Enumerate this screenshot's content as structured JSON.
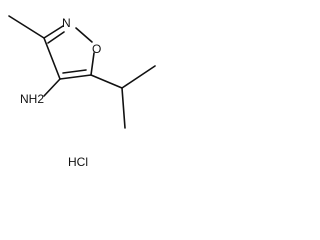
{
  "molecule": {
    "atoms": {
      "nitrogen": "N",
      "oxygen": "O",
      "amine": "NH2"
    },
    "salt": "HCl"
  }
}
